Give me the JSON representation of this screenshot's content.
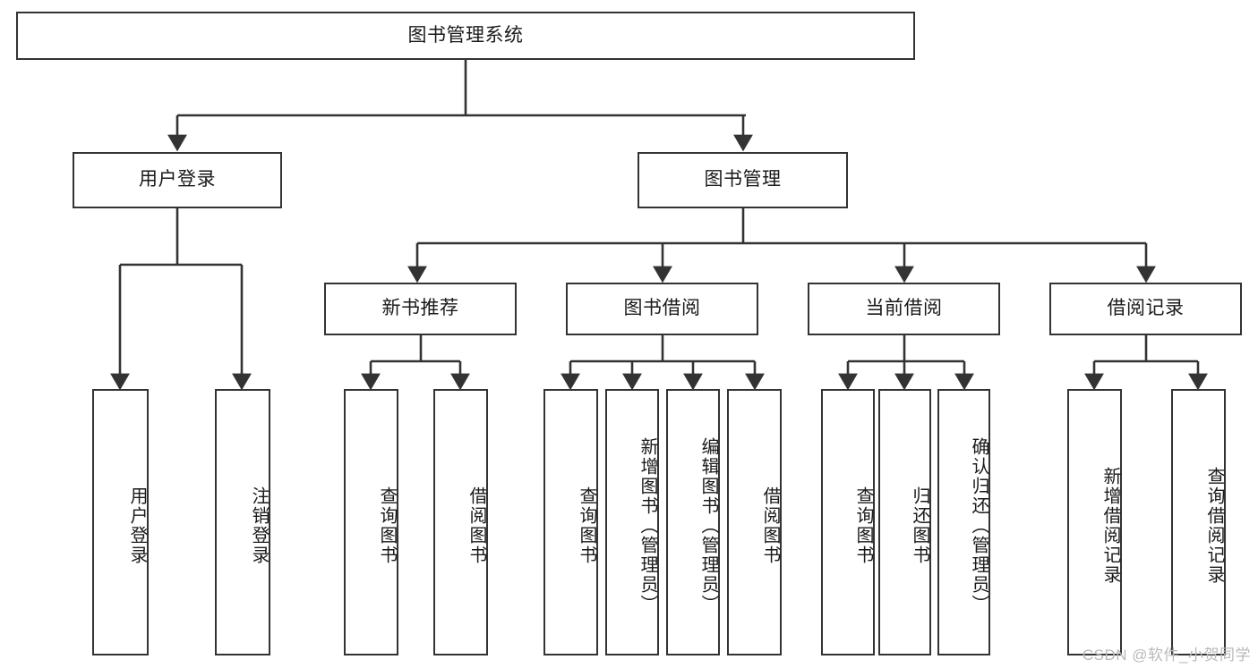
{
  "diagram": {
    "type": "tree-hierarchy",
    "title": "图书管理系统",
    "watermark": "CSDN @软件_小贺同学",
    "colors": {
      "background": "#ffffff",
      "box_border": "#333333",
      "box_fill": "#ffffff",
      "edge": "#333333",
      "text": "#1a1a1a",
      "watermark": "#b9b9b9"
    },
    "levels": {
      "root": {
        "label": "图书管理系统"
      },
      "level2": [
        {
          "label": "用户登录"
        },
        {
          "label": "图书管理"
        }
      ],
      "level3": [
        {
          "label": "新书推荐"
        },
        {
          "label": "图书借阅"
        },
        {
          "label": "当前借阅"
        },
        {
          "label": "借阅记录"
        }
      ],
      "leaves": [
        {
          "label": "用户登录",
          "parent": "用户登录"
        },
        {
          "label": "注销登录",
          "parent": "用户登录"
        },
        {
          "label": "查询图书",
          "parent": "新书推荐"
        },
        {
          "label": "借阅图书",
          "parent": "新书推荐"
        },
        {
          "label": "查询图书",
          "parent": "图书借阅"
        },
        {
          "label": "新增图书（管理员）",
          "parent": "图书借阅"
        },
        {
          "label": "编辑图书（管理员）",
          "parent": "图书借阅"
        },
        {
          "label": "借阅图书",
          "parent": "图书借阅"
        },
        {
          "label": "查询图书",
          "parent": "当前借阅"
        },
        {
          "label": "归还图书",
          "parent": "当前借阅"
        },
        {
          "label": "确认归还（管理员）",
          "parent": "当前借阅"
        },
        {
          "label": "新增借阅记录",
          "parent": "借阅记录"
        },
        {
          "label": "查询借阅记录",
          "parent": "借阅记录"
        }
      ]
    }
  }
}
